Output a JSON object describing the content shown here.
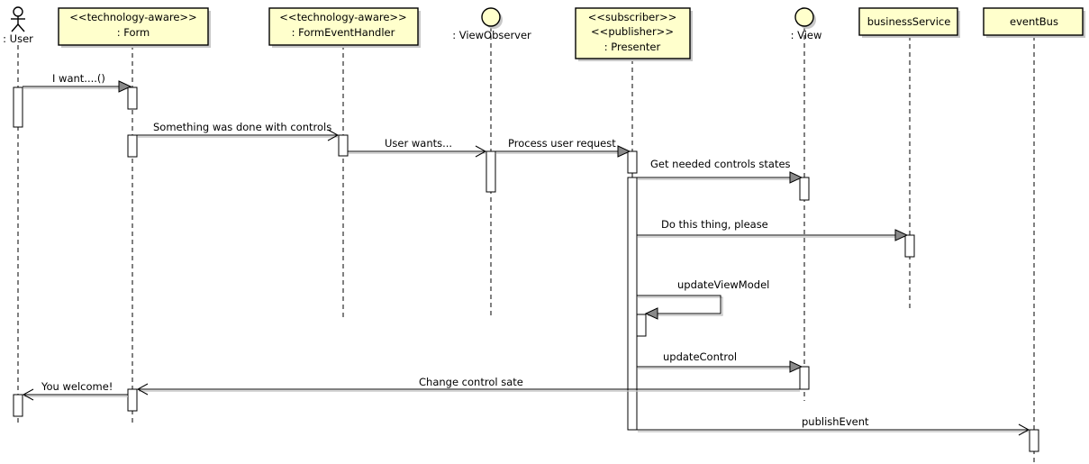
{
  "participants": [
    {
      "id": "user",
      "kind": "actor",
      "name": ": User"
    },
    {
      "id": "form",
      "kind": "class",
      "stereotypes": [
        "<<technology-aware>>"
      ],
      "name": ": Form"
    },
    {
      "id": "handler",
      "kind": "class",
      "stereotypes": [
        "<<technology-aware>>"
      ],
      "name": ": FormEventHandler"
    },
    {
      "id": "observer",
      "kind": "boundary",
      "name": ": ViewObserver"
    },
    {
      "id": "presenter",
      "kind": "class",
      "stereotypes": [
        "<<subscriber>>",
        "<<publisher>>"
      ],
      "name": ": Presenter"
    },
    {
      "id": "view",
      "kind": "boundary",
      "name": ": View"
    },
    {
      "id": "bizsvc",
      "kind": "class",
      "stereotypes": [],
      "name": "businessService"
    },
    {
      "id": "bus",
      "kind": "class",
      "stereotypes": [],
      "name": "eventBus"
    }
  ],
  "messages": [
    {
      "label": "I want....()",
      "from": "user",
      "to": "form",
      "kind": "sync"
    },
    {
      "label": "Something was done with controls",
      "from": "form",
      "to": "handler",
      "kind": "async"
    },
    {
      "label": "User wants...",
      "from": "handler",
      "to": "observer",
      "kind": "async"
    },
    {
      "label": "Process user request",
      "from": "observer",
      "to": "presenter",
      "kind": "sync"
    },
    {
      "label": "Get needed controls states",
      "from": "presenter",
      "to": "view",
      "kind": "sync"
    },
    {
      "label": "Do this thing, please",
      "from": "presenter",
      "to": "bizsvc",
      "kind": "sync"
    },
    {
      "label": "updateViewModel",
      "from": "presenter",
      "to": "presenter",
      "kind": "self"
    },
    {
      "label": "updateControl",
      "from": "presenter",
      "to": "view",
      "kind": "sync"
    },
    {
      "label": "Change control sate",
      "from": "view",
      "to": "form",
      "kind": "async"
    },
    {
      "label": "You welcome!",
      "from": "form",
      "to": "user",
      "kind": "async"
    },
    {
      "label": "publishEvent",
      "from": "presenter",
      "to": "bus",
      "kind": "async"
    }
  ]
}
